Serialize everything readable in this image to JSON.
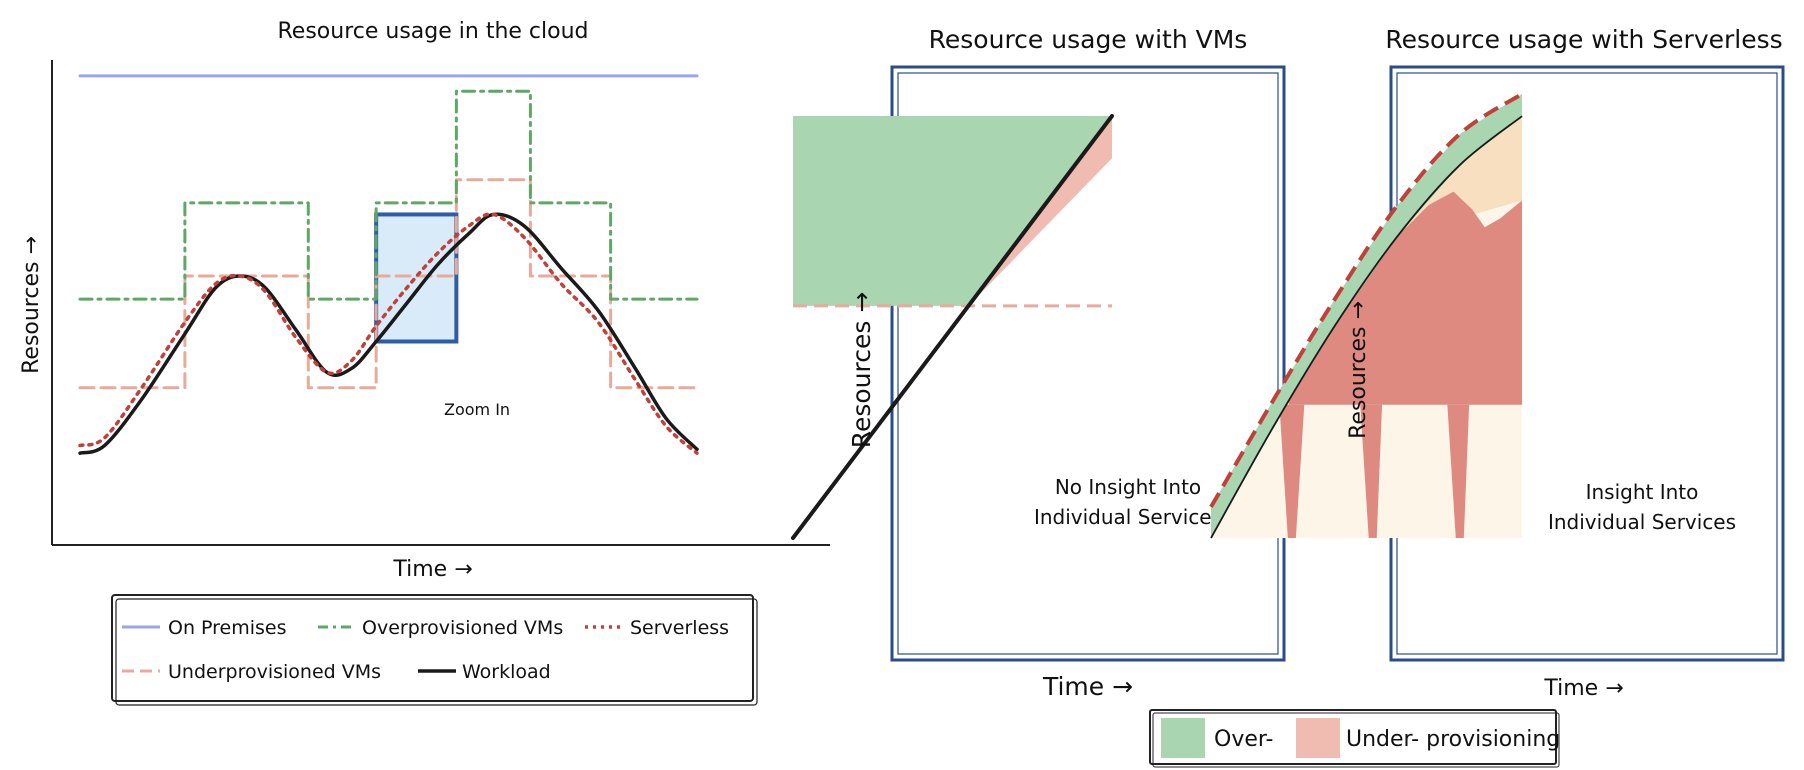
{
  "colors": {
    "on_premises": "#9aa6ec",
    "overprovisioned": "#5fa765",
    "serverless": "#c1403a",
    "underprovisioned": "#e9aa9c",
    "workload": "#1a1a1a",
    "zoom_box": "#2e5da8",
    "zoom_fill": "#d9eaf9",
    "over_fill": "#a9d6b0",
    "under_fill": "#f0bbb0",
    "panel_border": "#2a4d8a",
    "service_red": "#de8a80",
    "service_peach": "#f7dfc0",
    "service_cream": "#fcf5e8"
  },
  "chart_data": [
    {
      "type": "line",
      "title": "Resource usage in the cloud",
      "xlabel": "Time →",
      "ylabel": "Resources →",
      "xlim": [
        0,
        100
      ],
      "ylim": [
        0,
        100
      ],
      "annotation": "Zoom In",
      "zoom_box": {
        "x": [
          48,
          61
        ],
        "y": [
          30,
          63
        ]
      },
      "legend": {
        "placement": "bottom",
        "row1": [
          "On Premises",
          "Overprovisioned VMs",
          "Serverless"
        ],
        "row2": [
          "Underprovisioned VMs",
          "Workload"
        ]
      },
      "series": [
        {
          "name": "On Premises",
          "style": "solid",
          "x": [
            0,
            100
          ],
          "y": [
            99,
            99
          ]
        },
        {
          "name": "Overprovisioned VMs",
          "style": "dashdot",
          "x": [
            0,
            17,
            17,
            37,
            37,
            48,
            48,
            61,
            61,
            73,
            73,
            86,
            86,
            100
          ],
          "y": [
            41,
            41,
            66,
            66,
            41,
            41,
            66,
            66,
            95,
            95,
            66,
            66,
            41,
            41
          ]
        },
        {
          "name": "Underprovisioned VMs",
          "style": "dashed",
          "x": [
            0,
            17,
            17,
            37,
            37,
            48,
            48,
            61,
            61,
            73,
            73,
            86,
            86,
            100
          ],
          "y": [
            18,
            18,
            47,
            47,
            18,
            18,
            47,
            47,
            72,
            72,
            47,
            47,
            18,
            18
          ]
        },
        {
          "name": "Serverless",
          "style": "dotted",
          "x": [
            0,
            4,
            10,
            17,
            22,
            26,
            30,
            35,
            40,
            44,
            48,
            53,
            58,
            63,
            67,
            72,
            78,
            84,
            90,
            95,
            100
          ],
          "y": [
            3,
            5,
            18,
            35,
            45,
            47,
            43,
            31,
            22,
            25,
            34,
            44,
            53,
            60,
            63,
            57,
            45,
            35,
            20,
            8,
            1
          ]
        },
        {
          "name": "Workload",
          "style": "solid",
          "x": [
            0,
            4,
            10,
            17,
            22,
            26,
            30,
            35,
            40,
            44,
            48,
            53,
            58,
            63,
            67,
            72,
            78,
            84,
            90,
            95,
            100
          ],
          "y": [
            1,
            3,
            15,
            32,
            44,
            47,
            44,
            33,
            22,
            23,
            30,
            40,
            50,
            58,
            63,
            60,
            49,
            38,
            23,
            10,
            2
          ]
        }
      ]
    },
    {
      "type": "area",
      "title": "Resource usage with VMs",
      "xlabel": "Time →",
      "ylabel": "Resources →",
      "xlim": [
        0,
        100
      ],
      "ylim": [
        0,
        100
      ],
      "annotation": [
        "No Insight Into",
        "Individual Services"
      ],
      "provisioned_level": 55,
      "series": [
        {
          "name": "Workload",
          "x": [
            0,
            100
          ],
          "y": [
            0,
            100
          ]
        },
        {
          "name": "Over-",
          "x": [
            0,
            100
          ],
          "y": [
            100,
            100
          ],
          "lower": "workload-or-provisioned"
        },
        {
          "name": "Under- provisioning",
          "x": [
            55,
            100
          ],
          "y": [
            55,
            90
          ],
          "lower": "provisioned"
        }
      ]
    },
    {
      "type": "area",
      "title": "Resource usage with Serverless",
      "xlabel": "Time →",
      "ylabel": "Resources →",
      "xlim": [
        0,
        100
      ],
      "ylim": [
        0,
        100
      ],
      "annotation": [
        "Insight Into",
        "Individual Services"
      ],
      "series": [
        {
          "name": "Provisioned",
          "style": "dashed",
          "x": [
            0,
            20,
            40,
            60,
            80,
            100
          ],
          "y": [
            7,
            31,
            54,
            75,
            91,
            100
          ]
        },
        {
          "name": "Workload",
          "x": [
            0,
            20,
            40,
            60,
            80,
            100
          ],
          "y": [
            0,
            25,
            48,
            68,
            84,
            95
          ]
        },
        {
          "name": "Service 2",
          "x": [
            60,
            70,
            78,
            84,
            88,
            93,
            100
          ],
          "y": [
            68,
            75,
            78,
            74,
            70,
            72,
            76
          ]
        },
        {
          "name": "Service 1 peaks",
          "x": [
            22,
            26,
            30,
            48,
            52,
            55,
            76,
            80,
            83
          ],
          "y": [
            30,
            0,
            30,
            30,
            0,
            30,
            30,
            0,
            30
          ]
        }
      ]
    }
  ],
  "legend_bottom": {
    "over": "Over-",
    "under": "Under- provisioning"
  }
}
